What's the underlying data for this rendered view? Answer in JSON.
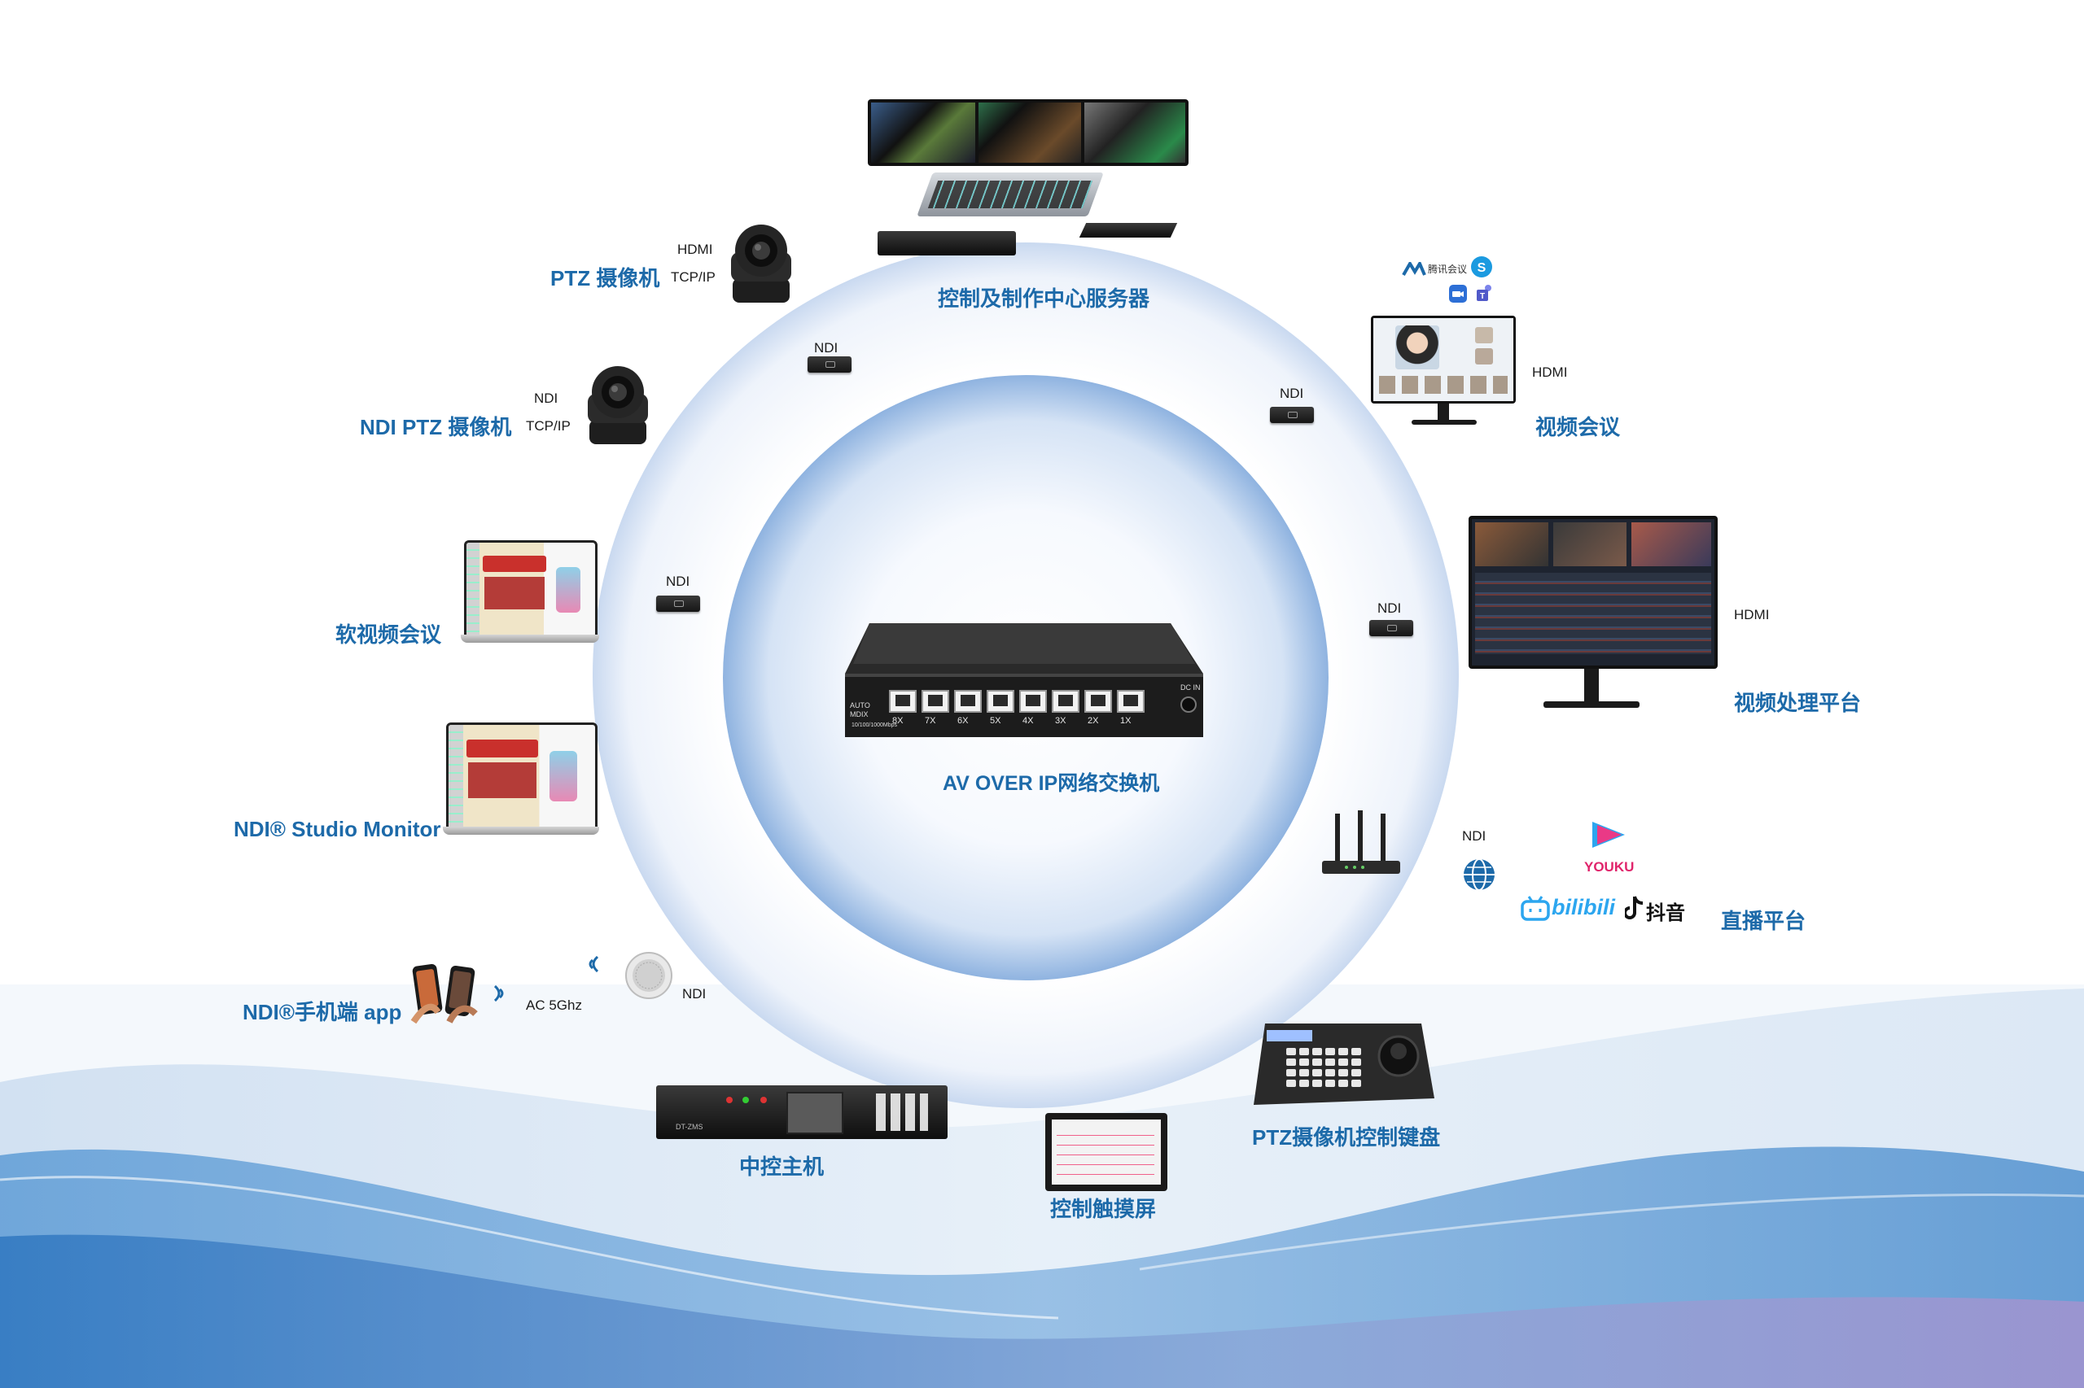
{
  "colors": {
    "label_blue": "#1d6aa9",
    "ring_light": "#e6eefa",
    "ring_core": "#9cbde6",
    "wave_dark": "#2f7cc4"
  },
  "center": {
    "label": "AV OVER IP网络交换机",
    "switch_port_labels": [
      "8X",
      "7X",
      "6X",
      "5X",
      "4X",
      "3X",
      "2X",
      "1X"
    ],
    "switch_left_text_1": "AUTO",
    "switch_left_text_2": "MDIX",
    "switch_speed": "10/100/1000Mbps",
    "switch_dc": "DC IN"
  },
  "nodes": {
    "control_center": {
      "label": "控制及制作中心服务器"
    },
    "ptz_camera": {
      "label": "PTZ 摄像机",
      "tag1": "HDMI",
      "tag2": "TCP/IP"
    },
    "ndi_ptz_camera": {
      "label": "NDI PTZ 摄像机",
      "tag1": "NDI",
      "tag2": "TCP/IP"
    },
    "soft_video_conf": {
      "label": "软视频会议"
    },
    "studio_monitor": {
      "label": "NDI® Studio Monitor"
    },
    "mobile_app": {
      "label": "NDI®手机端 app",
      "tag_ac": "AC 5Ghz",
      "tag_ndi": "NDI"
    },
    "central_control": {
      "label": "中控主机",
      "panel_text": "DT-ZMS"
    },
    "touch_screen": {
      "label": "控制触摸屏"
    },
    "ptz_keyboard": {
      "label": "PTZ摄像机控制键盘"
    },
    "live_platform": {
      "label": "直播平台",
      "tag": "NDI",
      "youku": "YOUKU",
      "bilibili": "bilibili",
      "douyin": "抖音"
    },
    "video_processing": {
      "label": "视频处理平台",
      "tag": "HDMI"
    },
    "video_conf": {
      "label": "视频会议",
      "tag": "HDMI",
      "tencent": "腾讯会议"
    }
  },
  "ndi_tags": {
    "top_left": "NDI",
    "left": "NDI",
    "top_right": "NDI",
    "right": "NDI"
  },
  "icons": [
    "ndi-converter-icon",
    "ptz-camera-icon",
    "globe-icon",
    "wifi-icon",
    "router-icon",
    "skype-icon",
    "teams-icon",
    "zoom-icon",
    "youku-icon",
    "bilibili-icon",
    "douyin-icon",
    "ceiling-speaker-icon",
    "smartphone-icon"
  ]
}
